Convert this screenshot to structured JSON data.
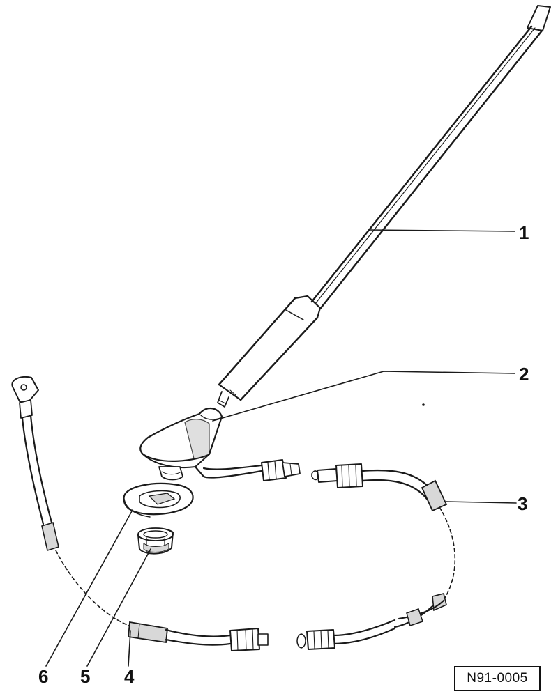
{
  "diagram": {
    "callouts": [
      {
        "number": "1",
        "part": "antenna-rod"
      },
      {
        "number": "2",
        "part": "antenna-base"
      },
      {
        "number": "3",
        "part": "antenna-cable"
      },
      {
        "number": "4",
        "part": "connecting-cable"
      },
      {
        "number": "5",
        "part": "retaining-nut"
      },
      {
        "number": "6",
        "part": "seal-gasket"
      }
    ],
    "reference_code": "N91-0005"
  }
}
